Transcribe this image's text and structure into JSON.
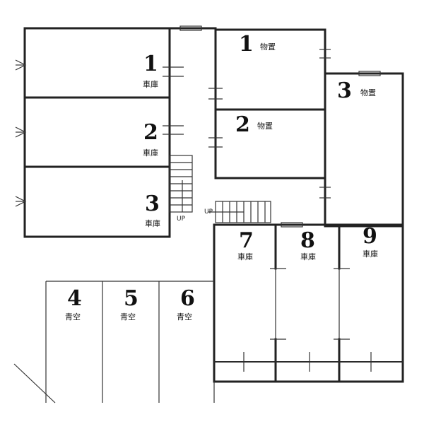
{
  "garages": [
    {
      "number": "1",
      "label": "車庫"
    },
    {
      "number": "2",
      "label": "車庫"
    },
    {
      "number": "3",
      "label": "車庫"
    },
    {
      "number": "7",
      "label": "車庫"
    },
    {
      "number": "8",
      "label": "車庫"
    },
    {
      "number": "9",
      "label": "車庫"
    }
  ],
  "storages": [
    {
      "number": "1",
      "label": "物置"
    },
    {
      "number": "2",
      "label": "物置"
    },
    {
      "number": "3",
      "label": "物置"
    }
  ],
  "open_spaces": [
    {
      "number": "4",
      "label": "青空"
    },
    {
      "number": "5",
      "label": "青空"
    },
    {
      "number": "6",
      "label": "青空"
    }
  ],
  "stairs": [
    {
      "label": "UP"
    },
    {
      "label": "UP"
    }
  ]
}
